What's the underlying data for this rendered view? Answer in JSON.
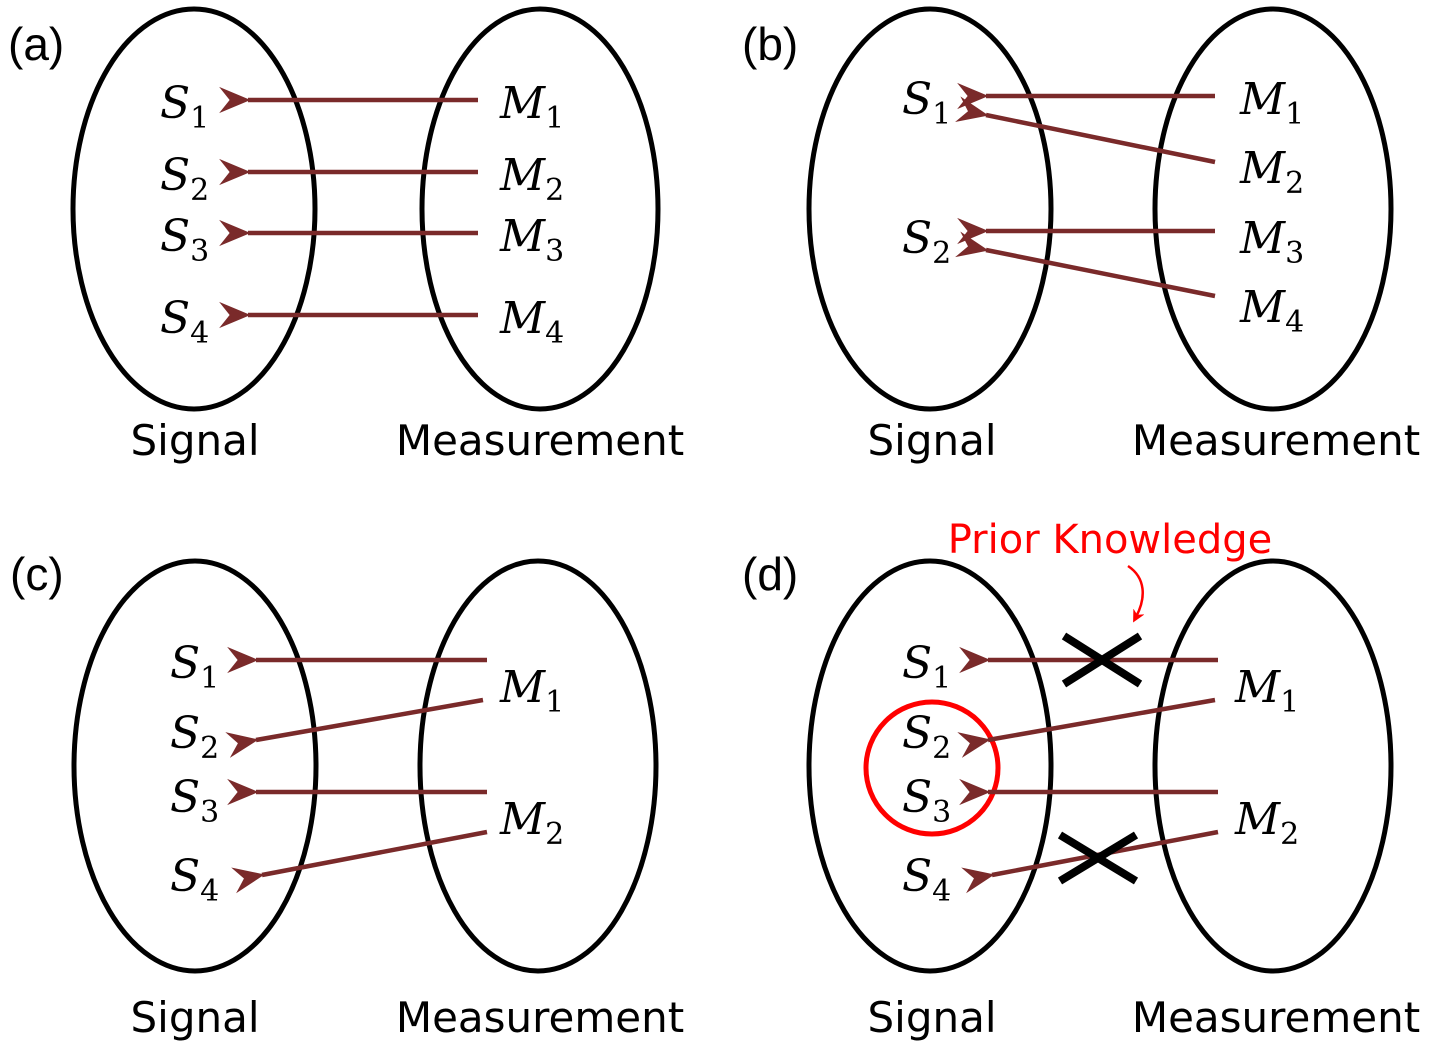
{
  "colors": {
    "arrow": "#7a2a2a",
    "ellipse": "#000000",
    "prior": "#ff0000",
    "cross": "#000000"
  },
  "panels": [
    {
      "label": "(a)",
      "signal_label": "Signal",
      "measurement_label": "Measurement",
      "signals": [
        {
          "base": "S",
          "sub": "1"
        },
        {
          "base": "S",
          "sub": "2"
        },
        {
          "base": "S",
          "sub": "3"
        },
        {
          "base": "S",
          "sub": "4"
        }
      ],
      "measurements": [
        {
          "base": "M",
          "sub": "1"
        },
        {
          "base": "M",
          "sub": "2"
        },
        {
          "base": "M",
          "sub": "3"
        },
        {
          "base": "M",
          "sub": "4"
        }
      ]
    },
    {
      "label": "(b)",
      "signal_label": "Signal",
      "measurement_label": "Measurement",
      "signals": [
        {
          "base": "S",
          "sub": "1"
        },
        {
          "base": "S",
          "sub": "2"
        }
      ],
      "measurements": [
        {
          "base": "M",
          "sub": "1"
        },
        {
          "base": "M",
          "sub": "2"
        },
        {
          "base": "M",
          "sub": "3"
        },
        {
          "base": "M",
          "sub": "4"
        }
      ]
    },
    {
      "label": "(c)",
      "signal_label": "Signal",
      "measurement_label": "Measurement",
      "signals": [
        {
          "base": "S",
          "sub": "1"
        },
        {
          "base": "S",
          "sub": "2"
        },
        {
          "base": "S",
          "sub": "3"
        },
        {
          "base": "S",
          "sub": "4"
        }
      ],
      "measurements": [
        {
          "base": "M",
          "sub": "1"
        },
        {
          "base": "M",
          "sub": "2"
        }
      ]
    },
    {
      "label": "(d)",
      "signal_label": "Signal",
      "measurement_label": "Measurement",
      "prior_label": "Prior Knowledge",
      "signals": [
        {
          "base": "S",
          "sub": "1"
        },
        {
          "base": "S",
          "sub": "2"
        },
        {
          "base": "S",
          "sub": "3"
        },
        {
          "base": "S",
          "sub": "4"
        }
      ],
      "measurements": [
        {
          "base": "M",
          "sub": "1"
        },
        {
          "base": "M",
          "sub": "2"
        }
      ]
    }
  ]
}
